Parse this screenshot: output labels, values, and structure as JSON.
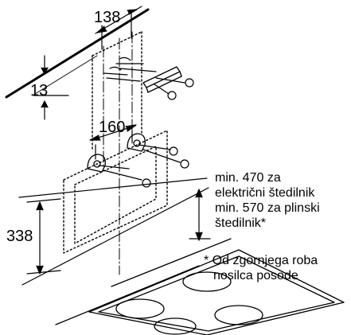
{
  "dimensions": {
    "bracket_spacing_top": "138",
    "ceiling_offset": "13",
    "bracket_spacing_middle": "160",
    "height_338": "338"
  },
  "notes": {
    "clearance_line1": "min. 470 za",
    "clearance_line2": "električni štedilnik",
    "clearance_line3": "min. 570 za plinski",
    "clearance_line4": "štedilnik*",
    "footnote_line1": "* Od zgornjega roba",
    "footnote_line2": "nosilca posode"
  }
}
